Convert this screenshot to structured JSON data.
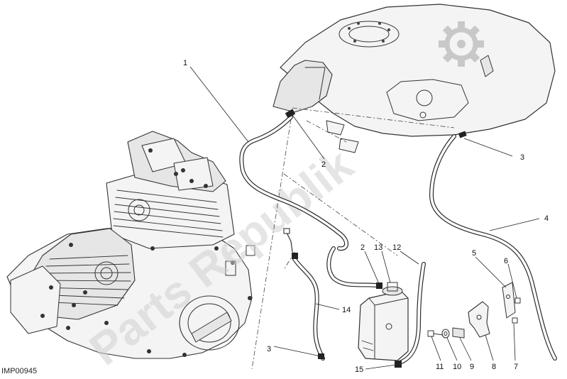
{
  "drawing_code": "IMP00945",
  "watermark": {
    "text": "Parts Republik",
    "icon": "gear-icon",
    "color": "#c8c8c8"
  },
  "callouts": [
    {
      "id": "c1",
      "label": "1"
    },
    {
      "id": "c2a",
      "label": "2"
    },
    {
      "id": "c2b",
      "label": "2"
    },
    {
      "id": "c3a",
      "label": "3"
    },
    {
      "id": "c3b",
      "label": "3"
    },
    {
      "id": "c4",
      "label": "4"
    },
    {
      "id": "c5",
      "label": "5"
    },
    {
      "id": "c6",
      "label": "6"
    },
    {
      "id": "c7",
      "label": "7"
    },
    {
      "id": "c8",
      "label": "8"
    },
    {
      "id": "c9",
      "label": "9"
    },
    {
      "id": "c10",
      "label": "10"
    },
    {
      "id": "c11",
      "label": "11"
    },
    {
      "id": "c12",
      "label": "12"
    },
    {
      "id": "c13",
      "label": "13"
    },
    {
      "id": "c14",
      "label": "14"
    },
    {
      "id": "c15",
      "label": "15"
    }
  ],
  "components": [
    "engine",
    "fuel-tank",
    "vent-hose",
    "overflow-hose",
    "drain-hose",
    "canister",
    "canister-bracket",
    "hose-clamp",
    "spacer",
    "washer",
    "screw"
  ]
}
